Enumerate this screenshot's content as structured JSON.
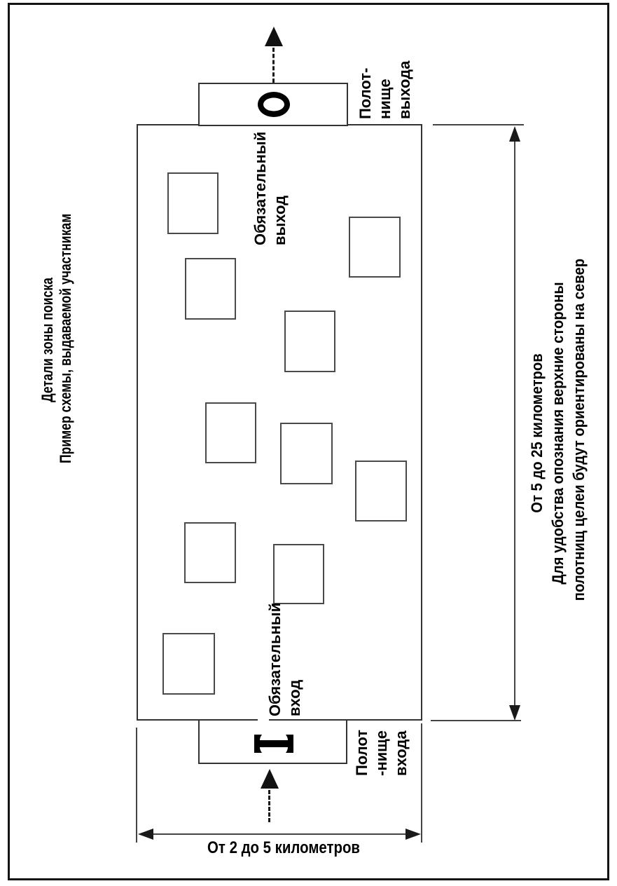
{
  "title": {
    "line1": "Детали зоны поиска",
    "line2": "Пример схемы, выдаваемой участникам"
  },
  "zone_labels": {
    "exit": {
      "line1": "Обязательный",
      "line2": "выход"
    },
    "entry": {
      "line1": "Обязательный",
      "line2": "вход"
    }
  },
  "exit_banner": {
    "symbol": "O",
    "label": {
      "line1": "Полот-",
      "line2": "нище",
      "line3": "выхода"
    }
  },
  "entry_banner": {
    "symbol": "I",
    "label": {
      "line1": "Полот",
      "line2": "-нище",
      "line3": "входа"
    }
  },
  "dimensions": {
    "width_label": "От 2 до 5 километров",
    "height_label": "От 5 до 25 километров"
  },
  "note": {
    "line1": "Для удобства опознания верхние стороны",
    "line2": "полотнищ целеи будут ориентированы на север"
  },
  "targets_count": 10,
  "colors": {
    "line": "#3a3a3a",
    "dimension_line": "#444444",
    "marker": "#000000",
    "text": "#000000",
    "background": "#ffffff"
  }
}
